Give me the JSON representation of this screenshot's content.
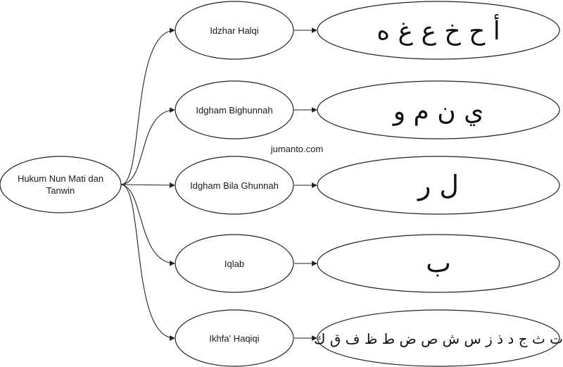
{
  "root": {
    "label_line1": "Hukum Nun Mati dan",
    "label_line2": "Tanwin"
  },
  "watermark": "jumanto.com",
  "branches": [
    {
      "label": "Idzhar Halqi",
      "letters": "أ ح خ ع غ ه"
    },
    {
      "label": "Idgham Bighunnah",
      "letters": "ي ن م و"
    },
    {
      "label": "Idgham Bila Ghunnah",
      "letters": "ل ر"
    },
    {
      "label": "Iqlab",
      "letters": "ب"
    },
    {
      "label": "Ikhfa' Haqiqi",
      "letters": "ت ث ج د ذ ز س ش ص ض ط ظ ف ق ك"
    }
  ],
  "colors": {
    "stroke": "#222222",
    "background": "#ffffff",
    "text": "#1a1a1a"
  }
}
